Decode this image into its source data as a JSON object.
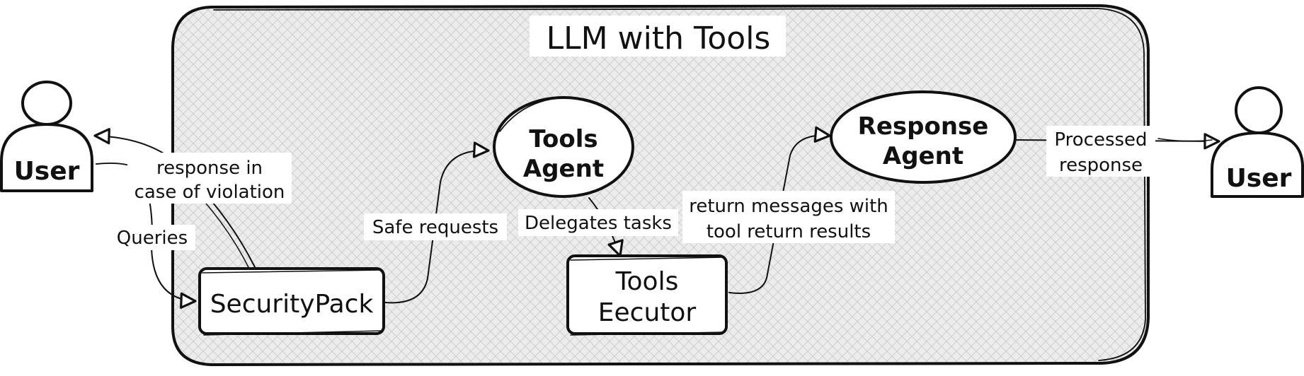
{
  "title": "LLM with Tools",
  "nodes": {
    "user_left": "User",
    "user_right": "User",
    "security_pack": "SecurityPack",
    "tools_agent": [
      "Tools",
      "Agent"
    ],
    "tools_executor": [
      "Tools",
      "Eecutor"
    ],
    "response_agent": [
      "Response",
      "Agent"
    ]
  },
  "edge_labels": {
    "violation_response": [
      "response in",
      "case of violation"
    ],
    "queries": "Queries",
    "safe_requests": "Safe requests",
    "delegates_tasks": "Delegates tasks",
    "return_messages": [
      "return messages with",
      "tool return results"
    ],
    "processed_response": [
      "Processed",
      "response"
    ]
  },
  "colors": {
    "ink": "#111111",
    "container_fill": "#e9e9e9",
    "label_bg": "#ffffff"
  }
}
